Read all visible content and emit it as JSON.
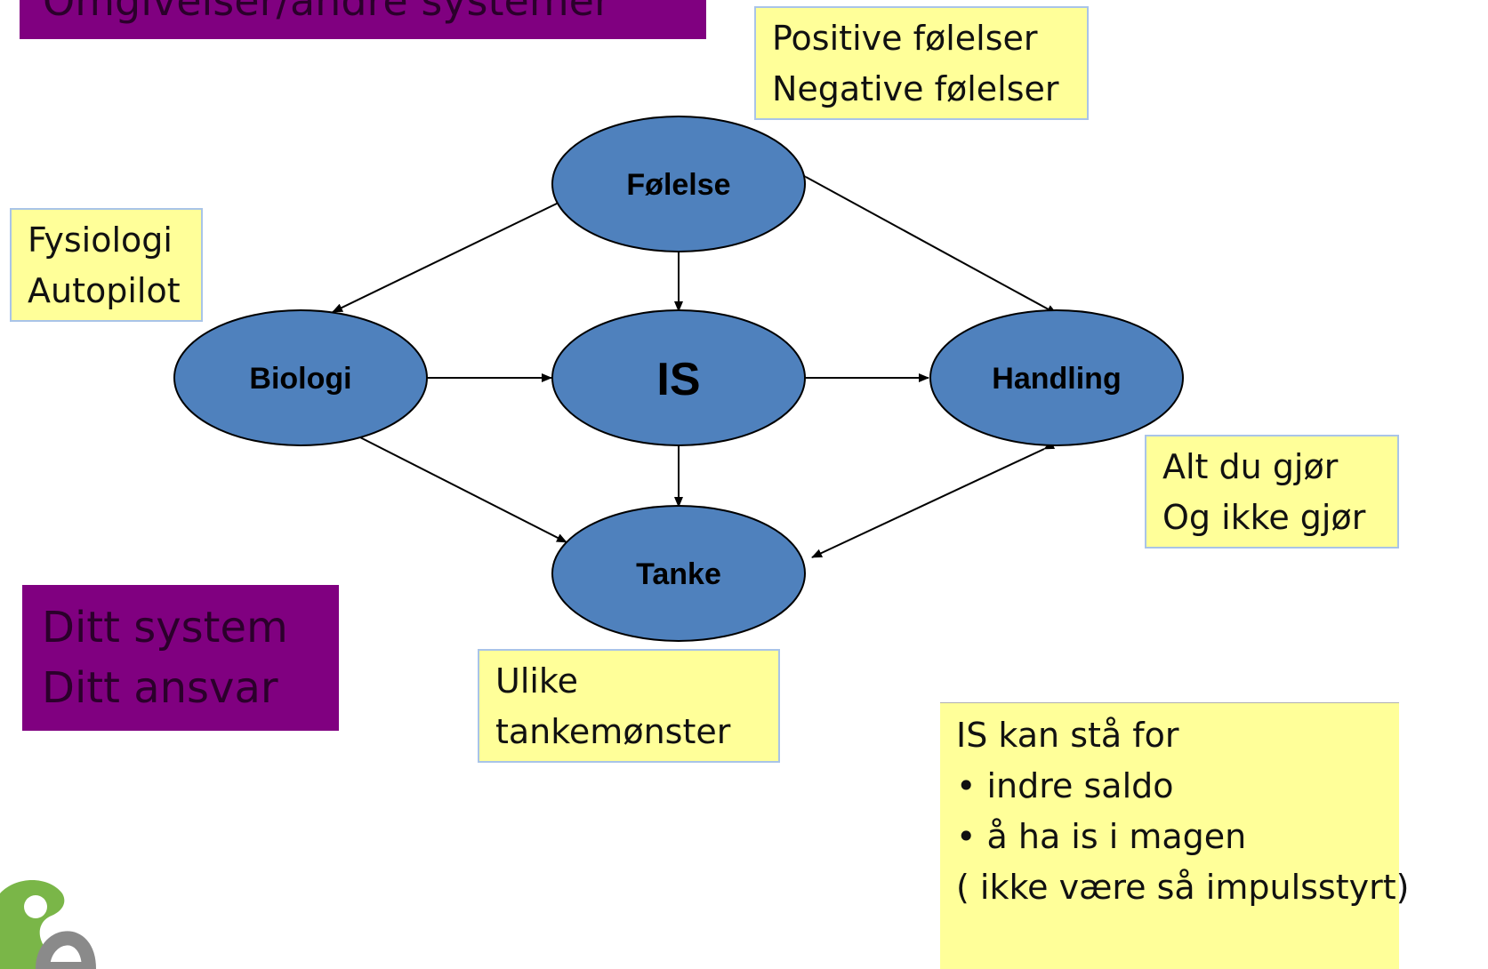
{
  "header_banner": {
    "text": "Omgivelser/andre systemer"
  },
  "system_banner": {
    "lines": [
      "Ditt system",
      "Ditt ansvar"
    ]
  },
  "nodes": {
    "folelse": "Følelse",
    "is": "IS",
    "biologi": "Biologi",
    "handling": "Handling",
    "tanke": "Tanke"
  },
  "notes": {
    "folelse": [
      "Positive følelser",
      "Negative følelser"
    ],
    "biologi": [
      "Fysiologi",
      "Autopilot"
    ],
    "handling": [
      "Alt du gjør",
      "Og ikke gjør"
    ],
    "tanke": [
      "Ulike",
      "tankemønster"
    ],
    "is_meaning": [
      "IS kan stå for",
      "• indre saldo",
      "• å ha is i magen",
      "( ikke være så impulsstyrt)"
    ]
  },
  "colors": {
    "node_fill": "#4f81bd",
    "purple": "#800080",
    "note_fill": "#ffff99",
    "note_border": "#a9c4e8",
    "logo_green": "#7ab648",
    "logo_gray": "#8a8a8a"
  },
  "icons": {
    "logo": "organization-logo"
  }
}
